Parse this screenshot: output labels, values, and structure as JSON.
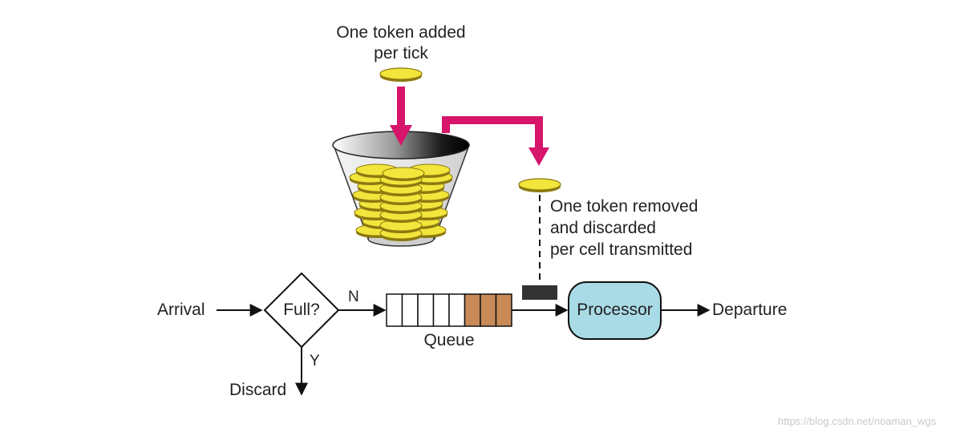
{
  "diagram": {
    "token_added_label": [
      "One token added",
      "per tick"
    ],
    "token_removed_label": [
      "One token removed",
      "and discarded",
      "per cell transmitted"
    ],
    "arrival_label": "Arrival",
    "decision_label": "Full?",
    "no_label": "N",
    "yes_label": "Y",
    "discard_label": "Discard",
    "queue_label": "Queue",
    "processor_label": "Processor",
    "departure_label": "Departure",
    "watermark": "https://blog.csdn.net/noaman_wgs",
    "queue": {
      "total_slots": 8,
      "filled_slots": 3
    },
    "colors": {
      "arrow_magenta": "#d6156b",
      "token_fill": "#f2e53c",
      "token_stroke": "#8c7a10",
      "queue_filled": "#c88a57",
      "processor_fill": "#a9dbe6",
      "cell_block": "#333333",
      "line": "#111111"
    }
  }
}
